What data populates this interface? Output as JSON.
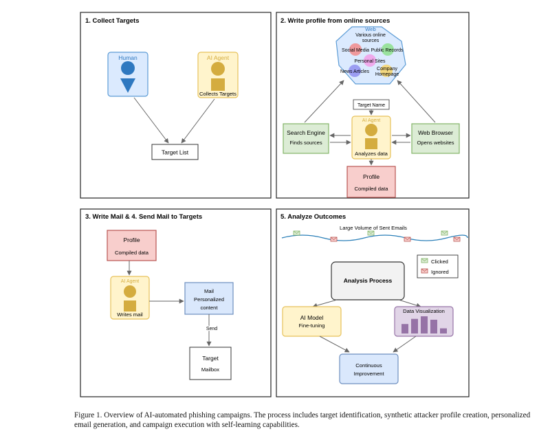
{
  "panels": [
    {
      "title": "1. Collect Targets"
    },
    {
      "title": "2. Write profile from online sources"
    },
    {
      "title": "3. Write Mail & 4. Send Mail to Targets"
    },
    {
      "title": "5. Analyze Outcomes"
    }
  ],
  "p1": {
    "human_label": "Human",
    "agent_label": "AI Agent",
    "agent_sub": "Collects Targets",
    "target_list": "Target List"
  },
  "p2": {
    "web_title": "Web",
    "web_sub1": "Various online",
    "web_sub2": "sources",
    "sources": [
      "Social Media",
      "Public Records",
      "Personal Sites",
      "News Articles",
      "Company",
      "Homepage"
    ],
    "target_name": "Target Name",
    "search_title": "Search Engine",
    "search_sub": "Finds sources",
    "browser_title": "Web Browser",
    "browser_sub": "Opens websites",
    "agent_label": "AI Agent",
    "agent_sub": "Analyzes data",
    "profile_title": "Profile",
    "profile_sub": "Compiled data"
  },
  "p3": {
    "profile_title": "Profile",
    "profile_sub": "Compiled data",
    "agent_label": "AI Agent",
    "agent_sub": "Writes mail",
    "mail_title": "Mail",
    "mail_sub1": "Personalized",
    "mail_sub2": "content",
    "send_label": "Send",
    "target_title": "Target",
    "target_sub": "Mailbox"
  },
  "p5": {
    "stream_label": "Large Volume of Sent Emails",
    "legend_clicked": "Clicked",
    "legend_ignored": "Ignored",
    "analysis": "Analysis Process",
    "model_title": "AI Model",
    "model_sub": "Fine-tuning",
    "dataviz_title": "Data Visualization",
    "bar_levels": [
      0.55,
      0.85,
      1.0,
      0.8,
      0.3
    ],
    "improve_title": "Continuous",
    "improve_sub": "Improvement"
  },
  "colors": {
    "human_fill": "#dbeafe",
    "human_stroke": "#5b9bd5",
    "human_icon": "#2e78c0",
    "agent_fill": "#fff4cc",
    "agent_stroke": "#e6c15a",
    "agent_icon": "#d4ac3f",
    "green_fill": "#dcecd5",
    "green_stroke": "#82b366",
    "red_fill": "#f8cecc",
    "red_stroke": "#b85450",
    "blue_fill": "#dae8fc",
    "blue_stroke": "#6c8ebf",
    "purple_fill": "#e1d5e7",
    "purple_stroke": "#9673a6",
    "purple_bar": "#9673a6",
    "wave": "#2a7fb8"
  },
  "caption": "Figure 1. Overview of AI-automated phishing campaigns. The process includes target identification, synthetic attacker profile creation, personalized email generation, and campaign execution with self-learning capabilities."
}
